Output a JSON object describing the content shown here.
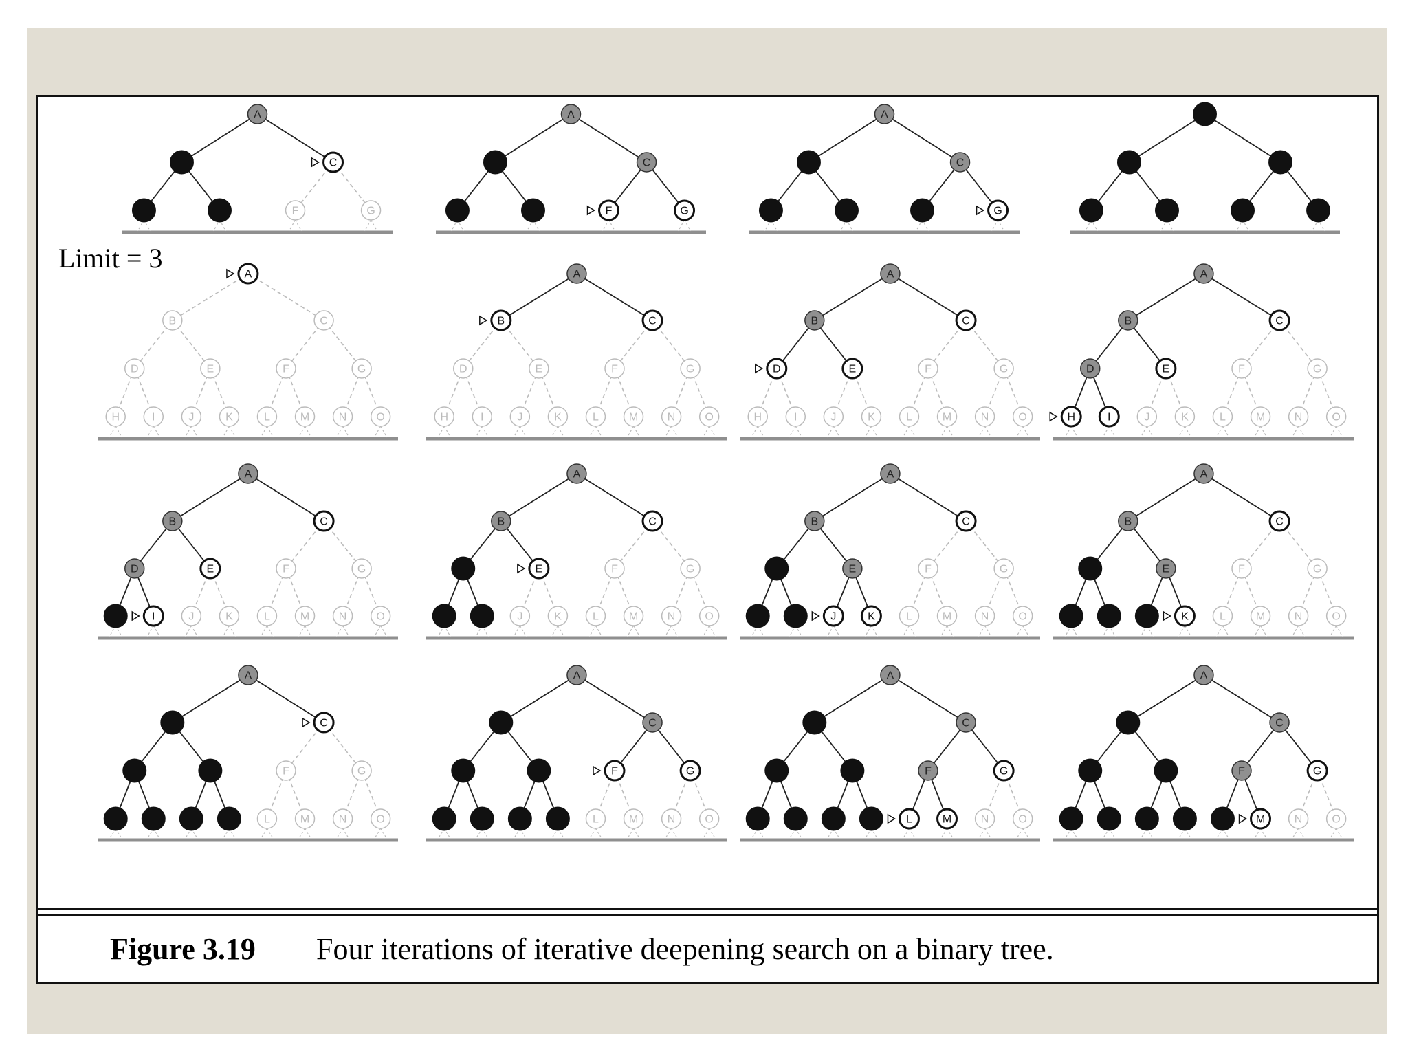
{
  "limit_label": "Limit = 3",
  "caption": {
    "label": "Figure 3.19",
    "text": "Four iterations of iterative deepening search on a binary tree."
  },
  "colors": {
    "slide_background": "#e2ded3",
    "expanded": "#111111",
    "frontier_in_memory": "#909090",
    "frontier_fill": "#ffffff",
    "unexplored": "#bbbbbb",
    "ground_line": "#8f8f8f"
  },
  "tree": {
    "nodes": [
      "A",
      "B",
      "C",
      "D",
      "E",
      "F",
      "G",
      "H",
      "I",
      "J",
      "K",
      "L",
      "M",
      "N",
      "O"
    ],
    "depth1": [
      0
    ],
    "depth2": [
      0,
      1,
      2
    ],
    "depth3": [
      0,
      1,
      2,
      3,
      4,
      5,
      6,
      7,
      8,
      9,
      10,
      11,
      12,
      13,
      14,
      15
    ]
  },
  "panels": [
    {
      "row": 0,
      "col": 0,
      "depth": 2,
      "marker": "C",
      "states": {
        "A": "gray",
        "B": "black",
        "C": "frontier",
        "D": "black",
        "E": "black",
        "F": "faded",
        "G": "faded"
      }
    },
    {
      "row": 0,
      "col": 1,
      "depth": 2,
      "marker": "F",
      "states": {
        "A": "gray",
        "B": "black",
        "C": "gray",
        "D": "black",
        "E": "black",
        "F": "frontier",
        "G": "frontier"
      }
    },
    {
      "row": 0,
      "col": 2,
      "depth": 2,
      "marker": "G",
      "states": {
        "A": "gray",
        "B": "black",
        "C": "gray",
        "D": "black",
        "E": "black",
        "F": "black",
        "G": "frontier"
      }
    },
    {
      "row": 0,
      "col": 3,
      "depth": 2,
      "marker": null,
      "states": {
        "A": "black",
        "B": "black",
        "C": "black",
        "D": "black",
        "E": "black",
        "F": "black",
        "G": "black"
      }
    },
    {
      "row": 1,
      "col": 0,
      "depth": 3,
      "marker": "A",
      "states": {
        "A": "frontier"
      }
    },
    {
      "row": 1,
      "col": 1,
      "depth": 3,
      "marker": "B",
      "states": {
        "A": "gray",
        "B": "frontier",
        "C": "frontier"
      }
    },
    {
      "row": 1,
      "col": 2,
      "depth": 3,
      "marker": "D",
      "states": {
        "A": "gray",
        "B": "gray",
        "C": "frontier",
        "D": "frontier",
        "E": "frontier"
      }
    },
    {
      "row": 1,
      "col": 3,
      "depth": 3,
      "marker": "H",
      "states": {
        "A": "gray",
        "B": "gray",
        "C": "frontier",
        "D": "gray",
        "E": "frontier",
        "H": "frontier",
        "I": "frontier"
      }
    },
    {
      "row": 2,
      "col": 0,
      "depth": 3,
      "marker": "I",
      "states": {
        "A": "gray",
        "B": "gray",
        "C": "frontier",
        "D": "gray",
        "E": "frontier",
        "H": "black",
        "I": "frontier"
      }
    },
    {
      "row": 2,
      "col": 1,
      "depth": 3,
      "marker": "E",
      "states": {
        "A": "gray",
        "B": "gray",
        "C": "frontier",
        "D": "black",
        "E": "frontier",
        "H": "black",
        "I": "black"
      }
    },
    {
      "row": 2,
      "col": 2,
      "depth": 3,
      "marker": "J",
      "states": {
        "A": "gray",
        "B": "gray",
        "C": "frontier",
        "D": "black",
        "E": "gray",
        "H": "black",
        "I": "black",
        "J": "frontier",
        "K": "frontier"
      }
    },
    {
      "row": 2,
      "col": 3,
      "depth": 3,
      "marker": "K",
      "states": {
        "A": "gray",
        "B": "gray",
        "C": "frontier",
        "D": "black",
        "E": "gray",
        "H": "black",
        "I": "black",
        "J": "black",
        "K": "frontier"
      }
    },
    {
      "row": 3,
      "col": 0,
      "depth": 3,
      "marker": "C",
      "states": {
        "A": "gray",
        "B": "black",
        "C": "frontier",
        "D": "black",
        "E": "black",
        "H": "black",
        "I": "black",
        "J": "black",
        "K": "black"
      }
    },
    {
      "row": 3,
      "col": 1,
      "depth": 3,
      "marker": "F",
      "states": {
        "A": "gray",
        "B": "black",
        "C": "gray",
        "D": "black",
        "E": "black",
        "F": "frontier",
        "G": "frontier",
        "H": "black",
        "I": "black",
        "J": "black",
        "K": "black"
      }
    },
    {
      "row": 3,
      "col": 2,
      "depth": 3,
      "marker": "L",
      "states": {
        "A": "gray",
        "B": "black",
        "C": "gray",
        "D": "black",
        "E": "black",
        "F": "gray",
        "G": "frontier",
        "H": "black",
        "I": "black",
        "J": "black",
        "K": "black",
        "L": "frontier",
        "M": "frontier"
      }
    },
    {
      "row": 3,
      "col": 3,
      "depth": 3,
      "marker": "M",
      "states": {
        "A": "gray",
        "B": "black",
        "C": "gray",
        "D": "black",
        "E": "black",
        "F": "gray",
        "G": "frontier",
        "H": "black",
        "I": "black",
        "J": "black",
        "K": "black",
        "L": "black",
        "M": "frontier"
      }
    }
  ]
}
